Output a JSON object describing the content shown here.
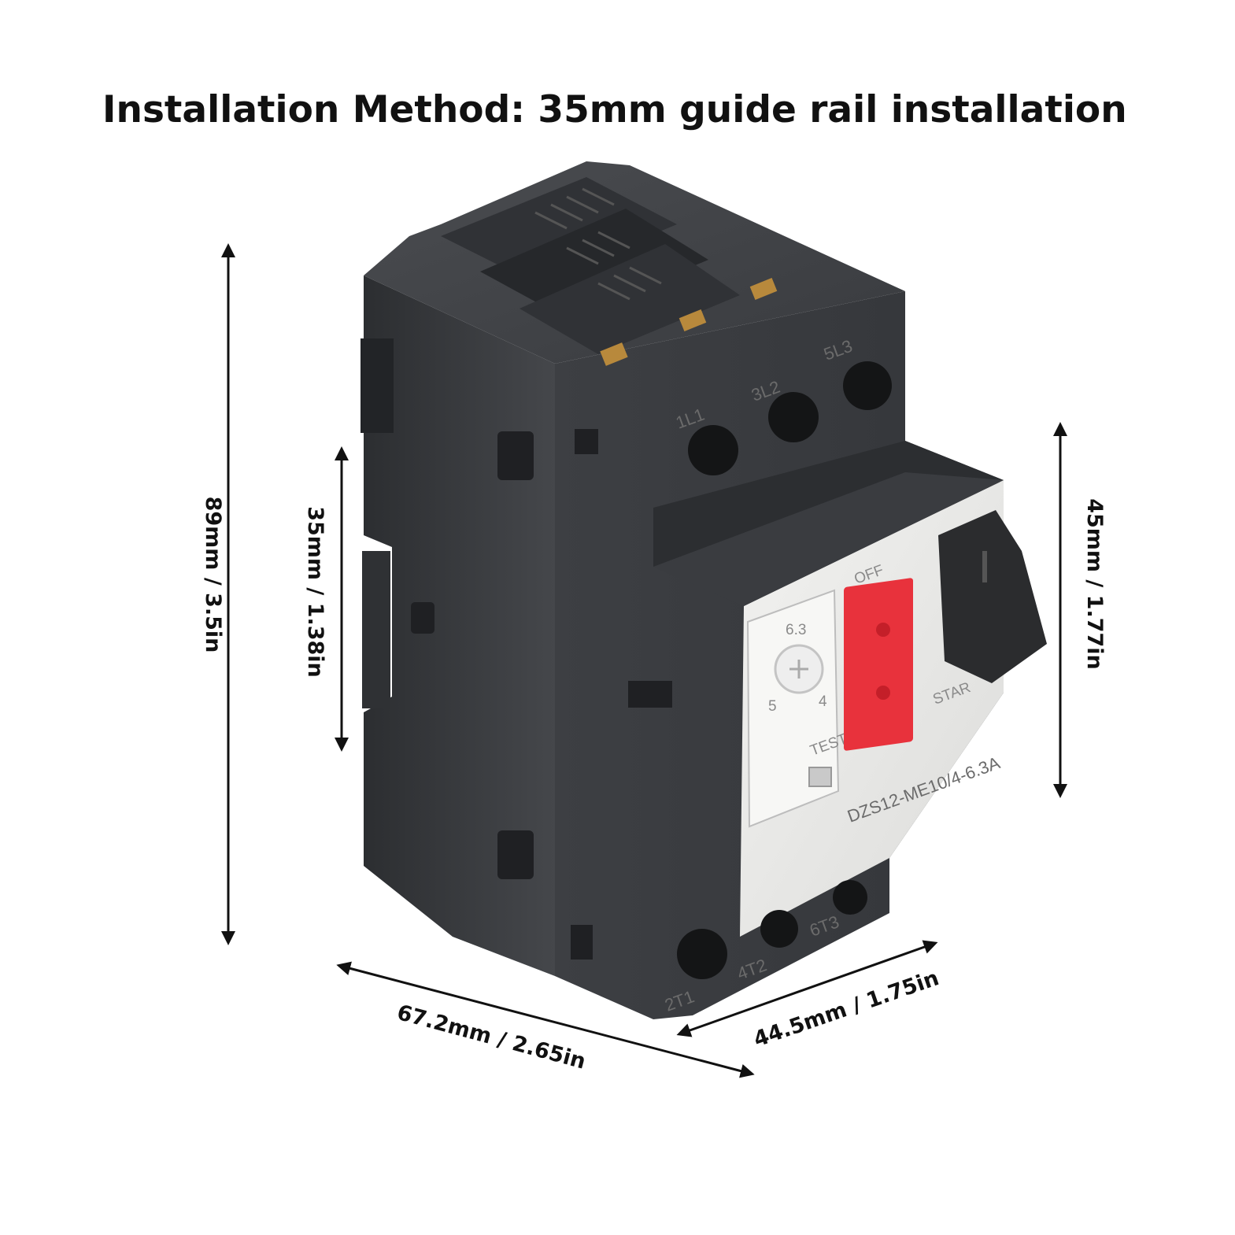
{
  "headline": "Installation Method: 35mm guide rail installation",
  "dimensions": {
    "height": "89mm / 3.5in",
    "rail": "35mm / 1.38in",
    "front": "45mm / 1.77in",
    "length": "67.2mm / 2.65in",
    "width": "44.5mm / 1.75in"
  },
  "product_markings": {
    "terminal_1": "1L1",
    "terminal_3": "3L2",
    "terminal_5": "5L3",
    "terminal_2": "2T1",
    "terminal_4": "4T2",
    "terminal_6": "6T3",
    "off_label": "OFF",
    "start_label": "STAR",
    "test_label": "TEST",
    "model": "DZS12-ME10/4-6.3A",
    "dial_top": "6.3",
    "dial_left": "5",
    "dial_right": "4"
  },
  "colors": {
    "body": "#3b3d41",
    "body_dark": "#2a2c2f",
    "panel": "#e9e9e7",
    "button_red": "#e8323c",
    "knob": "#2b2c2e",
    "contact_brass": "#b8893c"
  }
}
